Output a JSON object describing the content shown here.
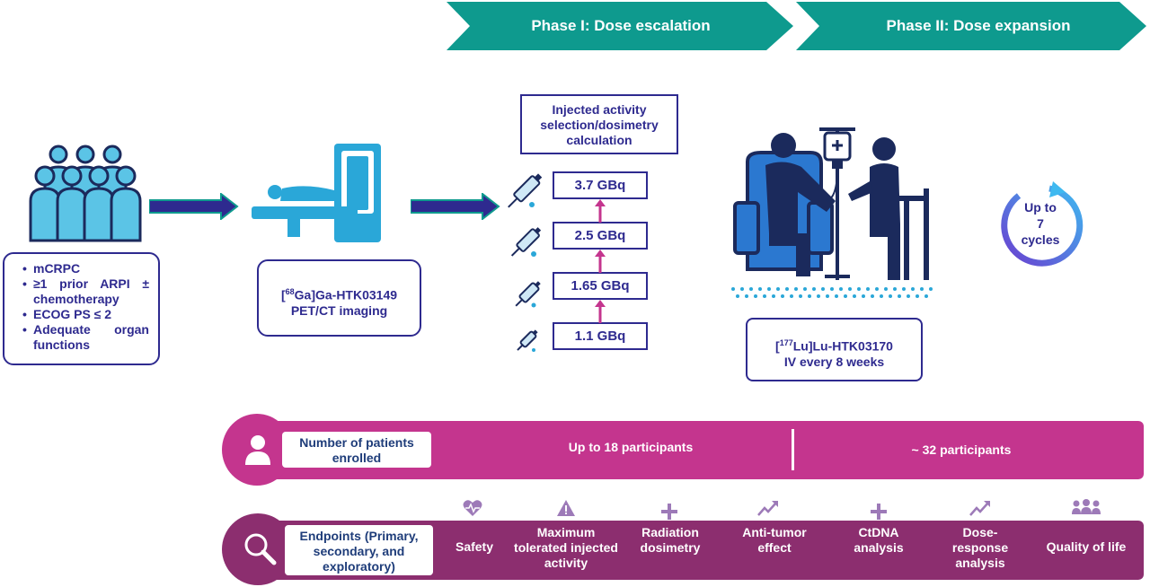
{
  "phases": [
    {
      "label": "Phase I: Dose escalation"
    },
    {
      "label": "Phase II: Dose expansion"
    }
  ],
  "criteria": {
    "items": [
      "mCRPC",
      "≥1 prior ARPI ± chemotherapy",
      "ECOG PS ≤ 2",
      "Adequate organ functions"
    ]
  },
  "pet": {
    "mass": "68",
    "isotope": "Ga]Ga-HTK03149",
    "line2": "PET/CT imaging"
  },
  "activity_box": {
    "lines": [
      "Injected activity",
      "selection/dosimetry",
      "calculation"
    ]
  },
  "doses": [
    "3.7 GBq",
    "2.5 GBq",
    "1.65 GBq",
    "1.1 GBq"
  ],
  "lu": {
    "mass": "177",
    "isotope": "Lu]Lu-HTK03170",
    "line2": "IV every 8 weeks"
  },
  "cycles": {
    "lines": [
      "Up to",
      "7",
      "cycles"
    ]
  },
  "patients": {
    "label_lines": [
      "Number of patients",
      "enrolled"
    ],
    "phase1": "Up to 18 participants",
    "phase2": "~ 32 participants"
  },
  "endpoints": {
    "label_lines": [
      "Endpoints (Primary,",
      "secondary, and",
      "exploratory)"
    ],
    "items": [
      {
        "label": "Safety",
        "icon": "heartbeat-icon"
      },
      {
        "label": "Maximum tolerated injected activity",
        "icon": "warning-icon"
      },
      {
        "label": "Radiation dosimetry",
        "icon": "plus-icon"
      },
      {
        "label": "Anti-tumor effect",
        "icon": "trend-icon"
      },
      {
        "label": "CtDNA analysis",
        "icon": "plus-icon"
      },
      {
        "label": "Dose-response analysis",
        "icon": "trend-icon"
      },
      {
        "label": "Quality of life",
        "icon": "people-icon"
      }
    ]
  },
  "colors": {
    "navy": "#2e2a8f",
    "teal": "#0e9a8e",
    "magenta": "#c4358e",
    "plum": "#8c2e6f",
    "light_blue": "#2aa7d8"
  }
}
